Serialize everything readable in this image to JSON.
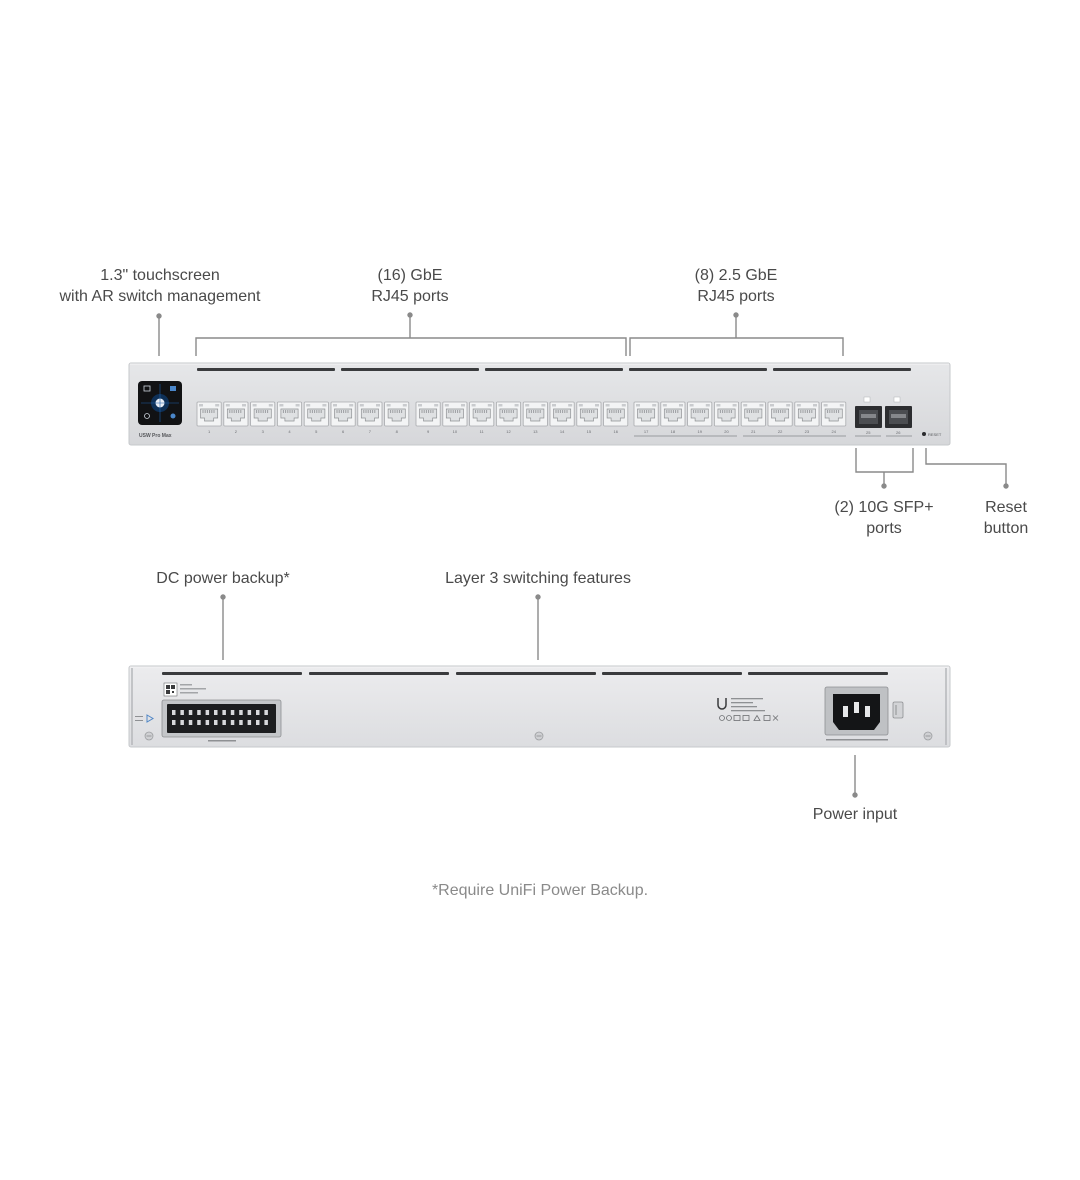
{
  "callouts": {
    "touchscreen": {
      "line1": "1.3\" touchscreen",
      "line2": "with AR switch management"
    },
    "gbe_ports": {
      "line1": "(16) GbE",
      "line2": "RJ45 ports"
    },
    "mgbe_ports": {
      "line1": "(8) 2.5 GbE",
      "line2": "RJ45 ports"
    },
    "sfp_ports": {
      "line1": "(2) 10G SFP+",
      "line2": "ports"
    },
    "reset": {
      "line1": "Reset",
      "line2": "button"
    },
    "dc_power": {
      "line1": "DC power backup*"
    },
    "layer3": {
      "line1": "Layer 3 switching features"
    },
    "power_input": {
      "line1": "Power input"
    }
  },
  "device": {
    "model_label": "USW Pro Max",
    "port_numbers": [
      "1",
      "2",
      "3",
      "4",
      "5",
      "6",
      "7",
      "8",
      "9",
      "10",
      "11",
      "12",
      "13",
      "14",
      "15",
      "16",
      "17",
      "18",
      "19",
      "20",
      "21",
      "22",
      "23",
      "24"
    ],
    "sfp_numbers": [
      "25",
      "26"
    ],
    "reset_label": "RESET",
    "brand_icon": "unifi-u-logo-icon",
    "touchscreen_icons": [
      "display-icon",
      "network-icon",
      "power-icon",
      "settings-icon"
    ]
  },
  "footnote": "*Require UniFi Power Backup.",
  "colors": {
    "chassis": "#dfe0e2",
    "chassis_edge": "#c3c5c8",
    "port": "#f4f5f6",
    "leader": "#8a8a8a",
    "text": "#4a4a4a"
  }
}
